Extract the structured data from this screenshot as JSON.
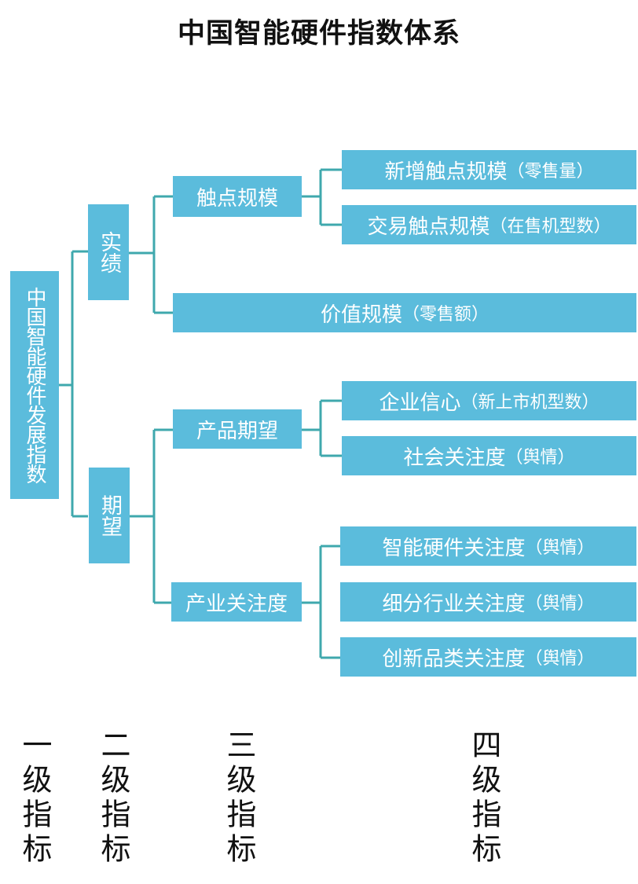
{
  "title": "中国智能硬件指数体系",
  "level1": {
    "label": "中国智能硬件发展指数"
  },
  "level2": [
    {
      "label": "实绩"
    },
    {
      "label": "期望"
    }
  ],
  "level3": [
    {
      "label": "触点规模"
    },
    {
      "label": "价值规模",
      "note": "（零售额）"
    },
    {
      "label": "产品期望"
    },
    {
      "label": "产业关注度"
    }
  ],
  "level4": [
    {
      "label": "新增触点规模",
      "note": "（零售量）"
    },
    {
      "label": "交易触点规模",
      "note": "（在售机型数）"
    },
    {
      "label": "企业信心",
      "note": "（新上市机型数）"
    },
    {
      "label": "社会关注度",
      "note": "（舆情）"
    },
    {
      "label": "智能硬件关注度",
      "note": "（舆情）"
    },
    {
      "label": "细分行业关注度",
      "note": "（舆情）"
    },
    {
      "label": "创新品类关注度",
      "note": "（舆情）"
    }
  ],
  "legend": [
    "一级指标",
    "二级指标",
    "三级指标",
    "四级指标"
  ],
  "colors": {
    "box": "#5bbcdc",
    "connector": "#3fa8ad",
    "box_text": "#ffffff"
  }
}
